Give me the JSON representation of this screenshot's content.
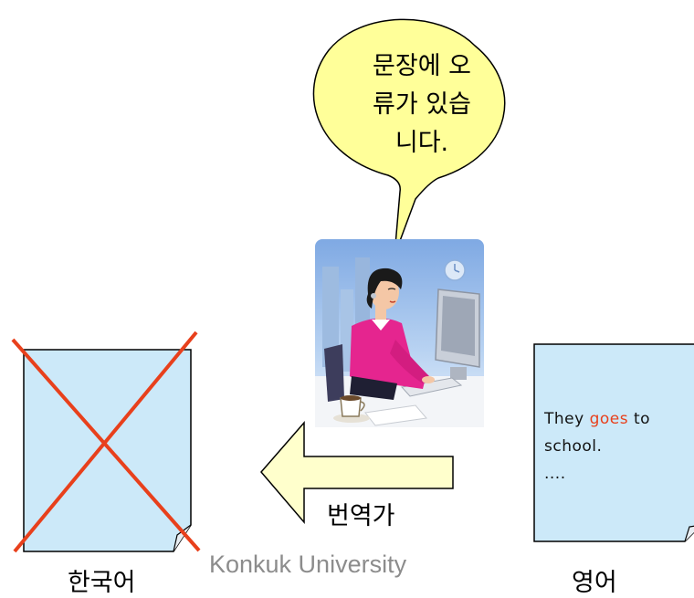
{
  "speech_bubble": {
    "lines": [
      "문장에 오",
      "류가 있습",
      "니다."
    ]
  },
  "translator_label": "번역가",
  "source_document": {
    "label": "한국어",
    "crossed_out": true
  },
  "target_document": {
    "label": "영어",
    "text_line1_before": "They ",
    "text_line1_error": "goes",
    "text_line1_after": " to",
    "text_line2": "school.",
    "text_line3": "...."
  },
  "footer": "Konkuk University",
  "colors": {
    "bubble_fill": "#ffff99",
    "document_fill": "#cce9f9",
    "arrow_fill": "#ffffcc",
    "cross": "#e8401c",
    "error_word": "#e8401c",
    "footer_text": "#8c8c8c"
  },
  "icons": [
    "woman-at-computer-illustration",
    "wall-clock-icon",
    "coffee-cup-icon"
  ]
}
